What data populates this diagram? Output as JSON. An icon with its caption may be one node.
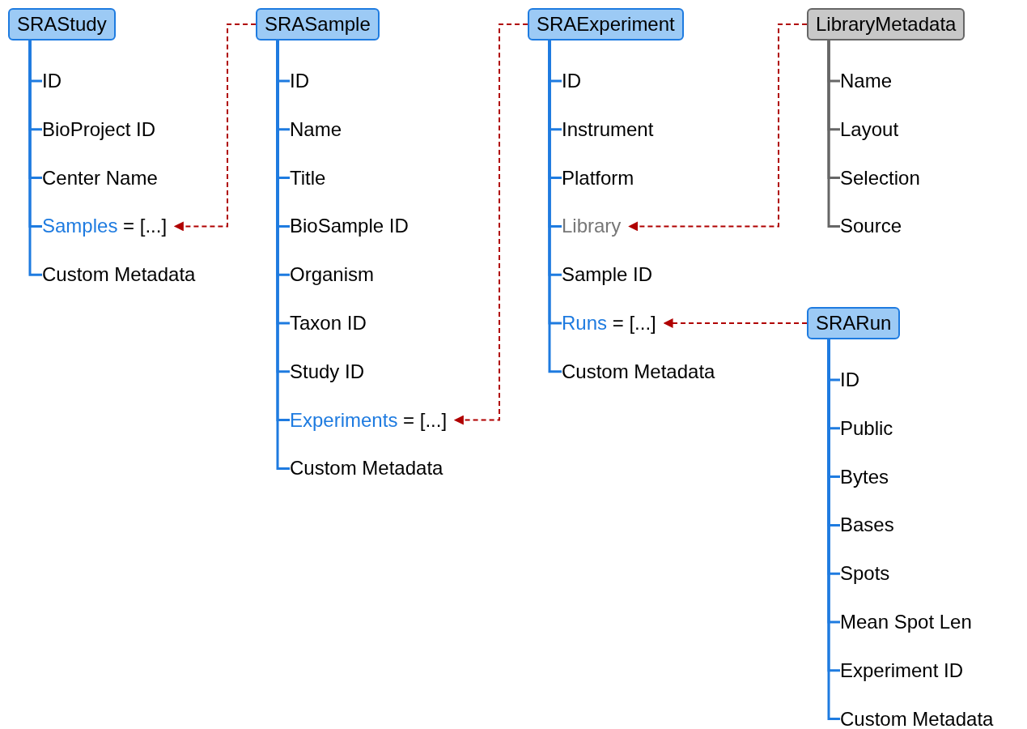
{
  "diagram": {
    "nodes": [
      {
        "text": [
          "SRAStudy"
        ]
      },
      {
        "text": [
          "ID"
        ]
      },
      {
        "text": [
          "BioProject ID"
        ]
      },
      {
        "text": [
          "Center Name"
        ]
      },
      {
        "text": [
          "Samples",
          "= [...]"
        ]
      },
      {
        "text": [
          "Custom Metadata"
        ]
      },
      {
        "text": [
          "SRASample"
        ]
      },
      {
        "text": [
          "ID"
        ]
      },
      {
        "text": [
          "Name"
        ]
      },
      {
        "text": [
          "Title"
        ]
      },
      {
        "text": [
          "BioSample ID"
        ]
      },
      {
        "text": [
          "Organism"
        ]
      },
      {
        "text": [
          "Taxon ID"
        ]
      },
      {
        "text": [
          "Study ID"
        ]
      },
      {
        "text": [
          "Experiments",
          "= [...]"
        ]
      },
      {
        "text": [
          "Custom Metadata"
        ]
      },
      {
        "text": [
          "SRAExperiment"
        ]
      },
      {
        "text": [
          "ID"
        ]
      },
      {
        "text": [
          "Instrument"
        ]
      },
      {
        "text": [
          "Platform"
        ]
      },
      {
        "text": [
          "Library"
        ]
      },
      {
        "text": [
          "Sample ID"
        ]
      },
      {
        "text": [
          "Runs",
          "= [...]"
        ]
      },
      {
        "text": [
          "Custom Metadata"
        ]
      },
      {
        "text": [
          "LibraryMetadata"
        ]
      },
      {
        "text": [
          "Name"
        ]
      },
      {
        "text": [
          "Layout"
        ]
      },
      {
        "text": [
          "Selection"
        ]
      },
      {
        "text": [
          "Source"
        ]
      },
      {
        "text": [
          "SRARun"
        ]
      },
      {
        "text": [
          "ID"
        ]
      },
      {
        "text": [
          "Public"
        ]
      },
      {
        "text": [
          "Bytes"
        ]
      },
      {
        "text": [
          "Bases"
        ]
      },
      {
        "text": [
          "Spots"
        ]
      },
      {
        "text": [
          "Mean Spot Len"
        ]
      },
      {
        "text": [
          "Experiment ID"
        ]
      },
      {
        "text": [
          "Custom Metadata"
        ]
      }
    ],
    "edges": [
      {
        "from": 0,
        "to": 1,
        "arrow": "none"
      },
      {
        "from": 0,
        "to": 2,
        "arrow": "none"
      },
      {
        "from": 0,
        "to": 3,
        "arrow": "none"
      },
      {
        "from": 0,
        "to": 4,
        "arrow": "none"
      },
      {
        "from": 0,
        "to": 5,
        "arrow": "none"
      },
      {
        "from": 6,
        "to": 7,
        "arrow": "none"
      },
      {
        "from": 6,
        "to": 8,
        "arrow": "none"
      },
      {
        "from": 6,
        "to": 9,
        "arrow": "none"
      },
      {
        "from": 6,
        "to": 10,
        "arrow": "none"
      },
      {
        "from": 6,
        "to": 11,
        "arrow": "none"
      },
      {
        "from": 6,
        "to": 12,
        "arrow": "none"
      },
      {
        "from": 6,
        "to": 13,
        "arrow": "none"
      },
      {
        "from": 6,
        "to": 14,
        "arrow": "none"
      },
      {
        "from": 6,
        "to": 15,
        "arrow": "none"
      },
      {
        "from": 16,
        "to": 17,
        "arrow": "none"
      },
      {
        "from": 16,
        "to": 18,
        "arrow": "none"
      },
      {
        "from": 16,
        "to": 19,
        "arrow": "none"
      },
      {
        "from": 16,
        "to": 20,
        "arrow": "none"
      },
      {
        "from": 16,
        "to": 21,
        "arrow": "none"
      },
      {
        "from": 16,
        "to": 22,
        "arrow": "none"
      },
      {
        "from": 16,
        "to": 23,
        "arrow": "none"
      },
      {
        "from": 24,
        "to": 25,
        "arrow": "none",
        "color": "#666666"
      },
      {
        "from": 24,
        "to": 26,
        "arrow": "none",
        "color": "#666666"
      },
      {
        "from": 24,
        "to": 27,
        "arrow": "none",
        "color": "#666666"
      },
      {
        "from": 24,
        "to": 28,
        "arrow": "none",
        "color": "#666666"
      },
      {
        "from": 29,
        "to": 30,
        "arrow": "none"
      },
      {
        "from": 29,
        "to": 31,
        "arrow": "none"
      },
      {
        "from": 29,
        "to": 32,
        "arrow": "none"
      },
      {
        "from": 29,
        "to": 33,
        "arrow": "none"
      },
      {
        "from": 29,
        "to": 34,
        "arrow": "none"
      },
      {
        "from": 29,
        "to": 35,
        "arrow": "none"
      },
      {
        "from": 29,
        "to": 36,
        "arrow": "none"
      },
      {
        "from": 29,
        "to": 37,
        "arrow": "none"
      },
      {
        "from": 6,
        "to": 4,
        "arrow": "to",
        "style": "dashed",
        "color": "#b00000"
      },
      {
        "from": 16,
        "to": 14,
        "arrow": "to",
        "style": "dashed",
        "color": "#b00000"
      },
      {
        "from": 24,
        "to": 20,
        "arrow": "to",
        "style": "dashed",
        "color": "#b00000"
      },
      {
        "from": 29,
        "to": 22,
        "arrow": "to",
        "style": "dashed",
        "color": "#b00000"
      }
    ]
  }
}
